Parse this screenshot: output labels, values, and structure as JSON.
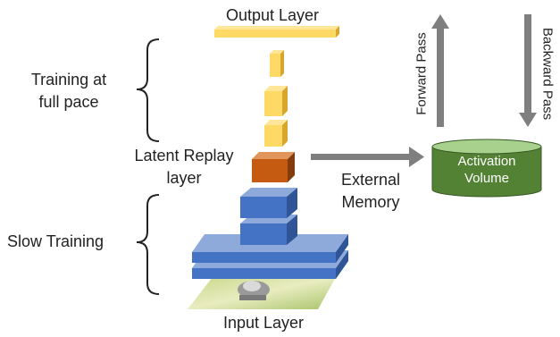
{
  "labels": {
    "output_layer": "Output Layer",
    "training_full_line1": "Training at",
    "training_full_line2": "full pace",
    "latent_line1": "Latent Replay",
    "latent_line2": "layer",
    "external_line1": "External",
    "external_line2": "Memory",
    "slow_training": "Slow Training",
    "input_layer": "Input Layer",
    "forward_pass": "Forward Pass",
    "backward_pass": "Backward Pass",
    "activation_line1": "Activation",
    "activation_line2": "Volume"
  },
  "colors": {
    "yellow": "#ffd966",
    "orange": "#c55a11",
    "blue": "#4472c4",
    "green": "#548235",
    "arrow": "#7f7f7f"
  }
}
